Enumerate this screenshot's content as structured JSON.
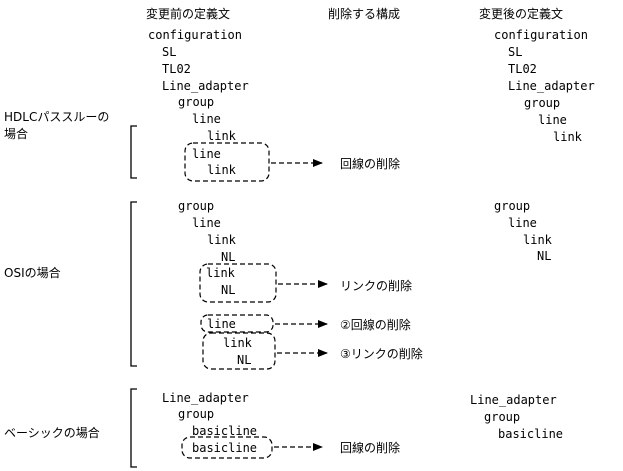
{
  "headers": {
    "before": "変更前の定義文",
    "deleted": "削除する構成",
    "after": "変更後の定義文"
  },
  "before_top": {
    "configuration": "configuration",
    "sl": "SL",
    "tl02": "TL02",
    "line_adapter": "Line_adapter"
  },
  "after_top": {
    "configuration": "configuration",
    "sl": "SL",
    "tl02": "TL02",
    "line_adapter": "Line_adapter"
  },
  "hdlc": {
    "label_line1": "HDLCパススルーの",
    "label_line2": "場合",
    "before": {
      "group": "group",
      "line": "line",
      "link": "link",
      "del_line": "line",
      "del_link": "link"
    },
    "after": {
      "group": "group",
      "line": "line",
      "link": "link"
    },
    "action": "回線の削除"
  },
  "osi": {
    "label": "OSIの場合",
    "before": {
      "group": "group",
      "line": "line",
      "link": "link",
      "nl": "NL",
      "del1_link": "link",
      "del1_nl": "NL",
      "del2_line": "line",
      "del3_link": "link",
      "del3_nl": "NL"
    },
    "after": {
      "group": "group",
      "line": "line",
      "link": "link",
      "nl": "NL"
    },
    "action1": "リンクの削除",
    "action2": "②回線の削除",
    "action3": "③リンクの削除"
  },
  "basic": {
    "label": "ベーシックの場合",
    "before": {
      "line_adapter": "Line_adapter",
      "group": "group",
      "basicline": "basicline",
      "del_basicline": "basicline"
    },
    "after": {
      "line_adapter": "Line_adapter",
      "group": "group",
      "basicline": "basicline"
    },
    "action": "回線の削除"
  }
}
